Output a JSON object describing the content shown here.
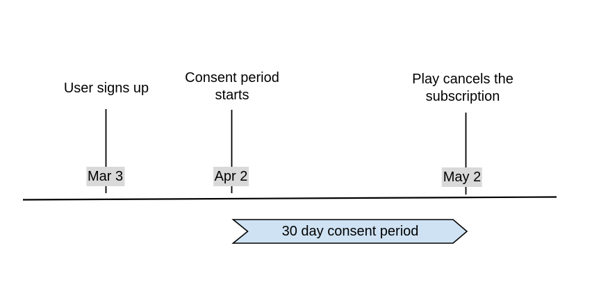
{
  "diagram": {
    "type": "timeline",
    "background": "#ffffff",
    "events": [
      {
        "label_lines": [
          "User signs up"
        ],
        "date": "Mar 3"
      },
      {
        "label_lines": [
          "Consent period",
          "starts"
        ],
        "date": "Apr 2"
      },
      {
        "label_lines": [
          "Play cancels the",
          "subscription"
        ],
        "date": "May 2"
      }
    ],
    "banner": {
      "label": "30 day consent period"
    },
    "colors": {
      "banner_fill": "#cfe2f3",
      "banner_border": "#000000",
      "date_label_bg": "#d9d9d9",
      "line": "#000000",
      "text": "#000000"
    }
  }
}
